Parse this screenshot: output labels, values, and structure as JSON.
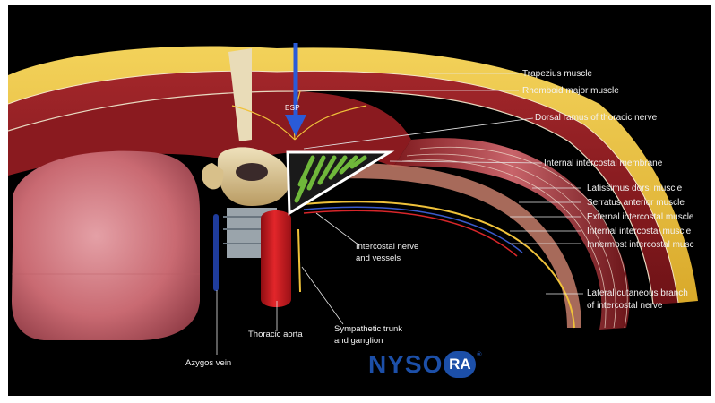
{
  "diagram": {
    "esp_label": "ESP",
    "labels": {
      "trapezius": "Trapezius muscle",
      "rhomboid": "Rhomboid major muscle",
      "dorsal_ramus": "Dorsal ramus of thoracic nerve",
      "internal_intercostal_membrane": "Internal intercostal membrane",
      "latissimus": "Latissimus dorsi muscle",
      "serratus": "Serratus anterior muscle",
      "external_intercostal": "External intercostal muscle",
      "internal_intercostal": "Internal intercostal muscle",
      "innermost_intercostal": "Innermost intercostal musc",
      "lateral_cutaneous_1": "Lateral cutaneous branch",
      "lateral_cutaneous_2": "of intercostal nerve",
      "intercostal_nerve_1": "Intercostal nerve",
      "intercostal_nerve_2": "and vessels",
      "sympathetic_1": "Sympathetic trunk",
      "sympathetic_2": "and ganglion",
      "thoracic_aorta": "Thoracic aorta",
      "azygos": "Azygos vein"
    },
    "logo": {
      "prefix": "NYSO",
      "badge": "RA",
      "mark": "®"
    }
  },
  "colors": {
    "background": "#000000",
    "fat": "#e8c23a",
    "muscle": "#8e1b1f",
    "lung": "#c96a72",
    "needle_arrow": "#2a5bd8",
    "injectate": "#6fb83a",
    "logo": "#1c4fa8"
  }
}
